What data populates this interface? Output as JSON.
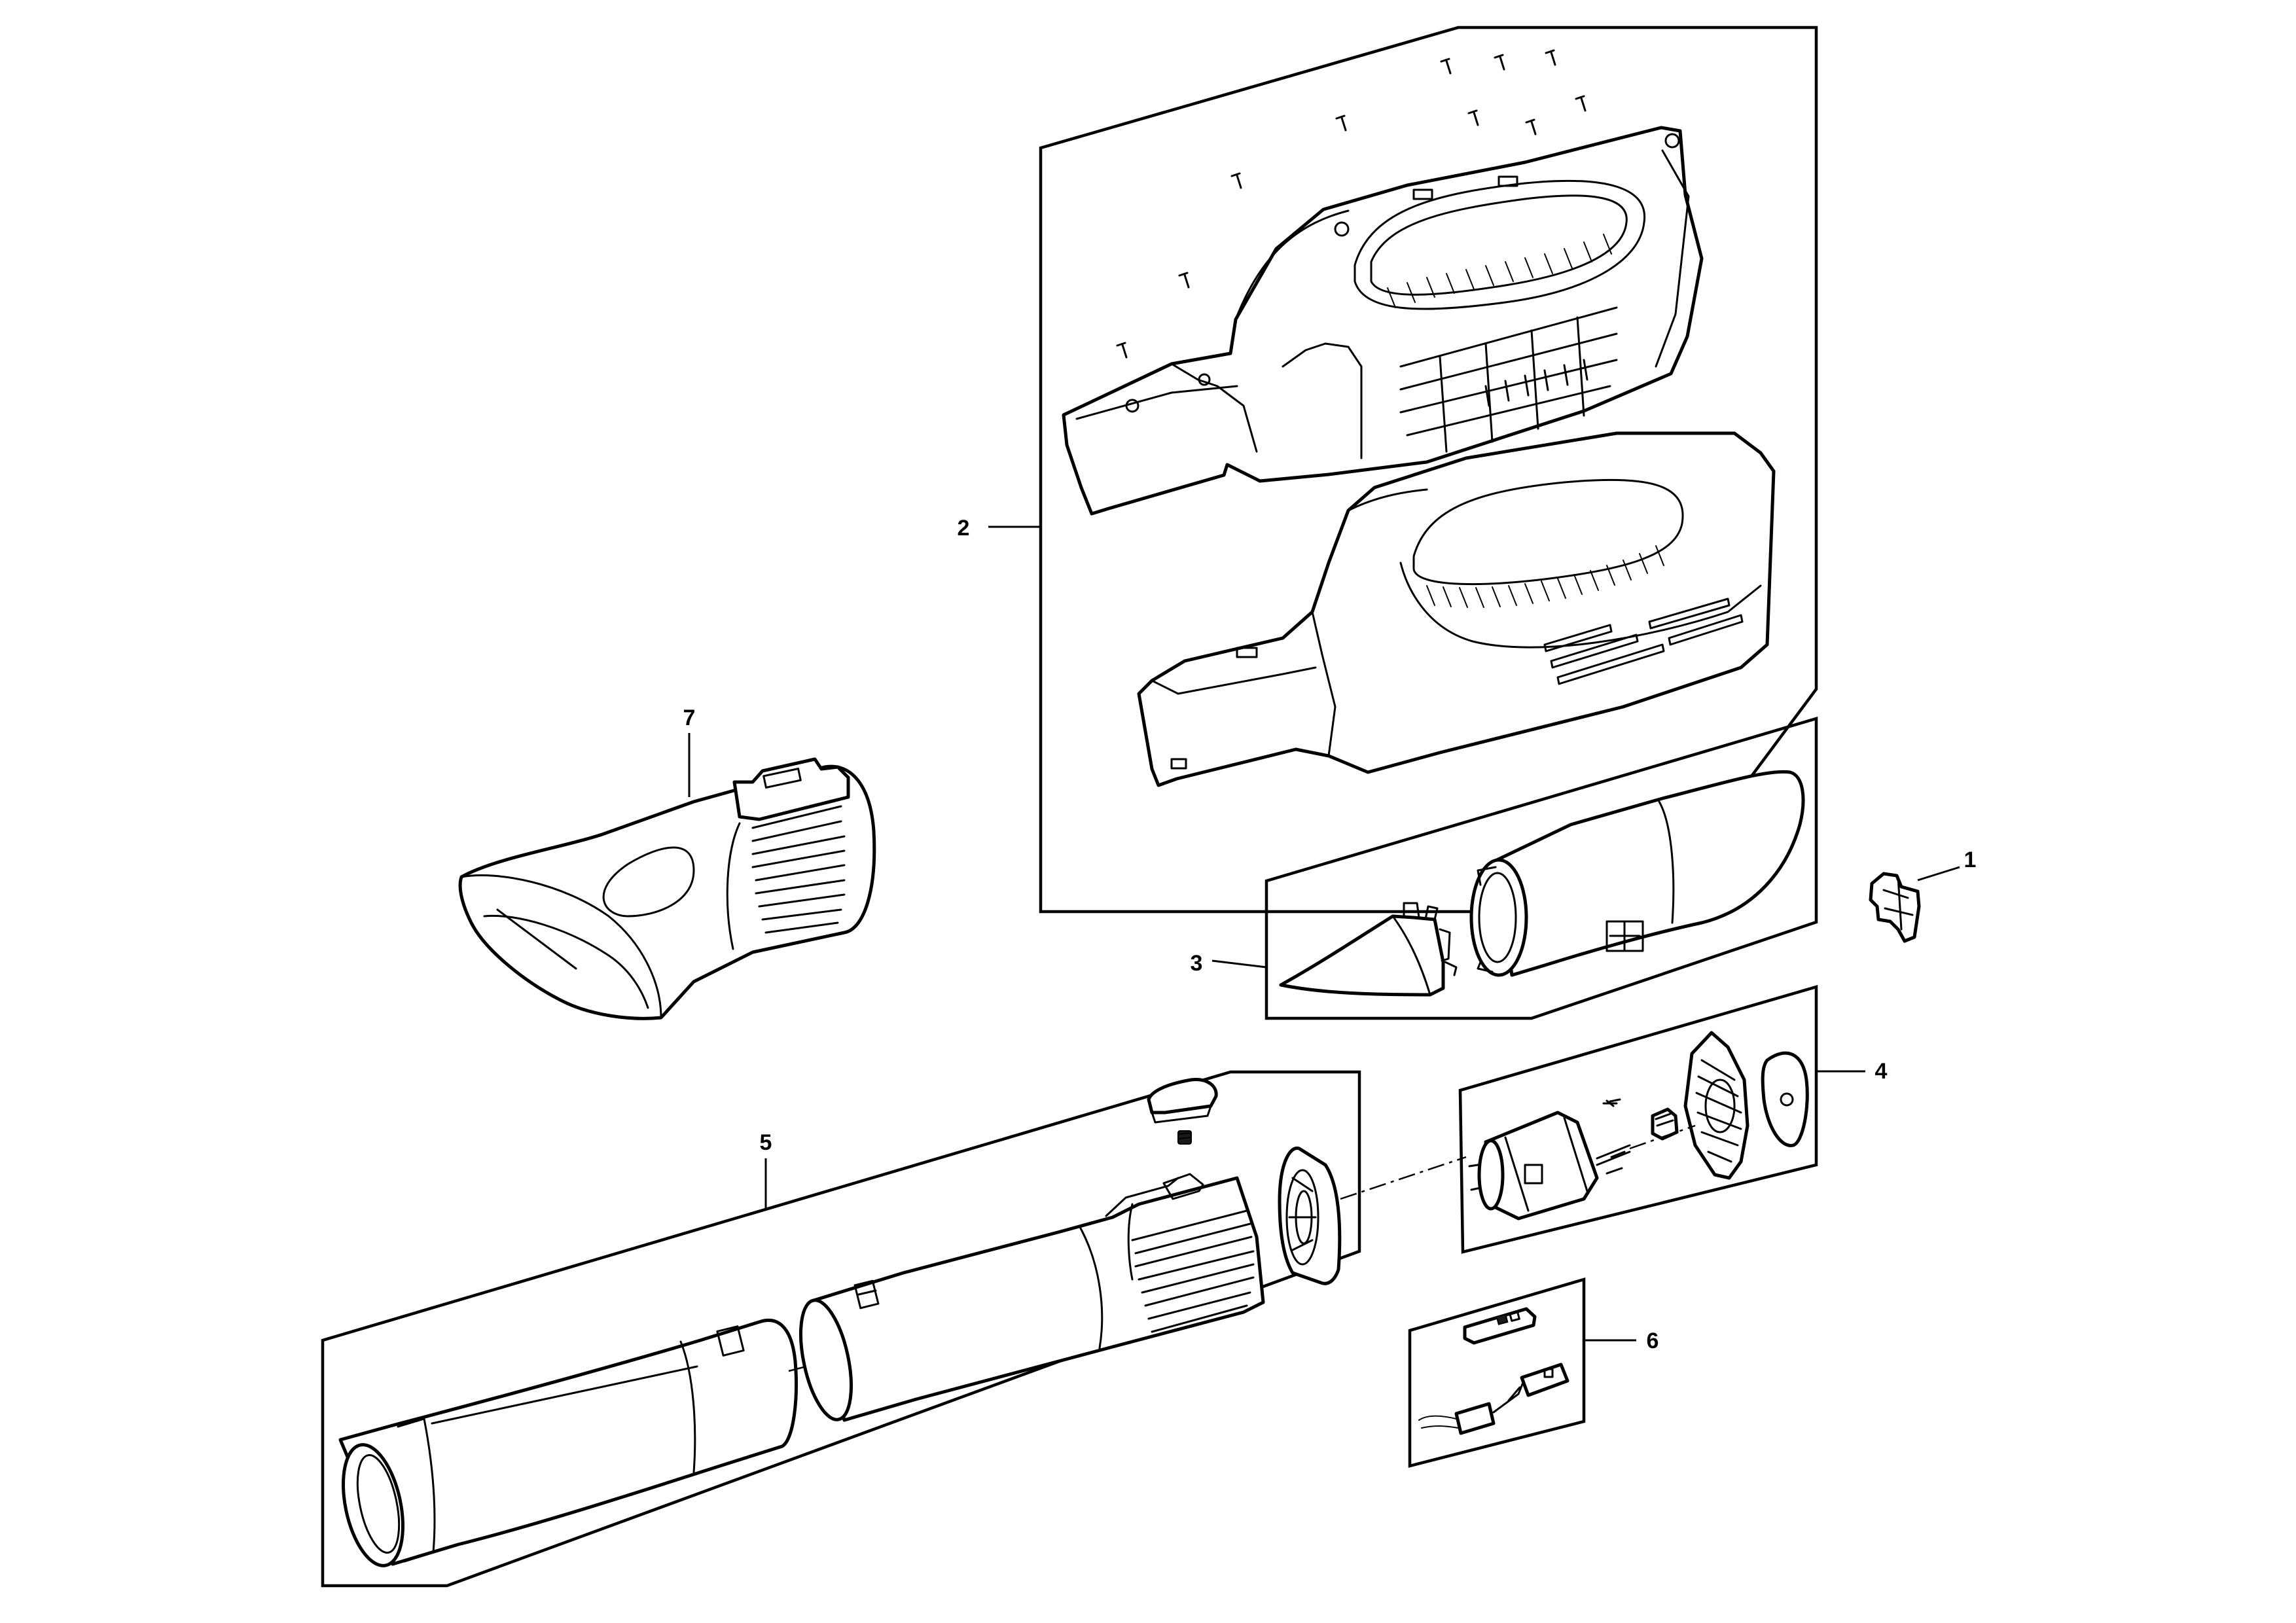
{
  "diagram": {
    "type": "exploded parts diagram",
    "callouts": {
      "c1": "1",
      "c2": "2",
      "c3": "3",
      "c4": "4",
      "c5": "5",
      "c6": "6",
      "c7": "7"
    },
    "parts": [
      {
        "id": "c1",
        "icon": "clip-icon"
      },
      {
        "id": "c2",
        "icon": "housing-halves-icon"
      },
      {
        "id": "c3",
        "icon": "motor-cover-icon"
      },
      {
        "id": "c4",
        "icon": "motor-fan-icon"
      },
      {
        "id": "c5",
        "icon": "blower-tubes-icon"
      },
      {
        "id": "c6",
        "icon": "switch-icon"
      },
      {
        "id": "c7",
        "icon": "flat-nozzle-icon"
      }
    ]
  }
}
